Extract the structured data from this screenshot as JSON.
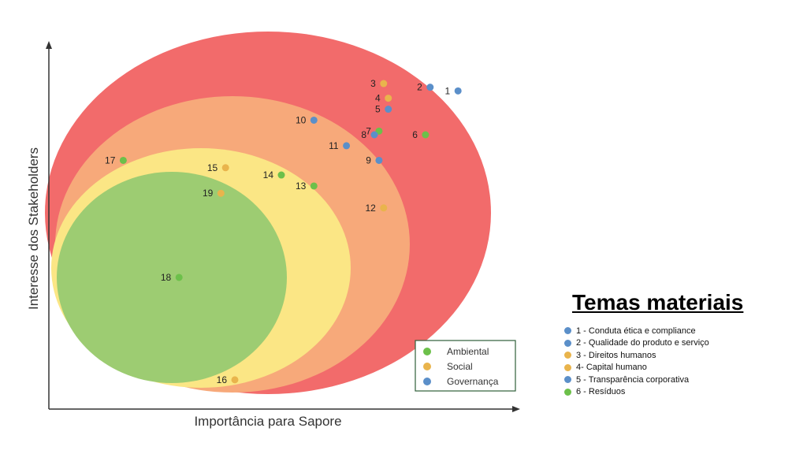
{
  "chart_data": {
    "type": "scatter",
    "xlabel": "Importância para Sapore",
    "ylabel": "Interesse dos Stakeholders",
    "xlim": [
      0,
      100
    ],
    "ylim": [
      0,
      100
    ],
    "grid": false,
    "legend": {
      "placement": "bottom-right",
      "entries": [
        {
          "label": "Ambiental",
          "color": "#6cc04a"
        },
        {
          "label": "Social",
          "color": "#e9b44c"
        },
        {
          "label": "Governança",
          "color": "#5b8fc9"
        }
      ]
    },
    "zones": [
      "green",
      "yellow",
      "orange",
      "red"
    ],
    "points": [
      {
        "label": "1",
        "x": 88,
        "y": 87,
        "group": "Governança"
      },
      {
        "label": "2",
        "x": 82,
        "y": 88,
        "group": "Governança"
      },
      {
        "label": "3",
        "x": 72,
        "y": 89,
        "group": "Social"
      },
      {
        "label": "4",
        "x": 73,
        "y": 85,
        "group": "Social"
      },
      {
        "label": "5",
        "x": 73,
        "y": 82,
        "group": "Governança"
      },
      {
        "label": "6",
        "x": 81,
        "y": 75,
        "group": "Ambiental"
      },
      {
        "label": "7",
        "x": 71,
        "y": 76,
        "group": "Ambiental"
      },
      {
        "label": "8",
        "x": 70,
        "y": 75,
        "group": "Governança"
      },
      {
        "label": "9",
        "x": 71,
        "y": 68,
        "group": "Governança"
      },
      {
        "label": "10",
        "x": 57,
        "y": 79,
        "group": "Governança"
      },
      {
        "label": "11",
        "x": 64,
        "y": 72,
        "group": "Governança"
      },
      {
        "label": "12",
        "x": 72,
        "y": 55,
        "group": "Social"
      },
      {
        "label": "13",
        "x": 57,
        "y": 61,
        "group": "Ambiental"
      },
      {
        "label": "14",
        "x": 50,
        "y": 64,
        "group": "Ambiental"
      },
      {
        "label": "15",
        "x": 38,
        "y": 66,
        "group": "Social"
      },
      {
        "label": "16",
        "x": 40,
        "y": 8,
        "group": "Social"
      },
      {
        "label": "17",
        "x": 16,
        "y": 68,
        "group": "Ambiental"
      },
      {
        "label": "18",
        "x": 28,
        "y": 36,
        "group": "Ambiental"
      },
      {
        "label": "19",
        "x": 37,
        "y": 59,
        "group": "Social"
      }
    ]
  },
  "panel": {
    "title": "Temas materiais",
    "themes": [
      {
        "text": "1 - Conduta ética e compliance",
        "color": "#5b8fc9"
      },
      {
        "text": "2 - Qualidade do produto e serviço",
        "color": "#5b8fc9"
      },
      {
        "text": "3 - Direitos humanos",
        "color": "#e9b44c"
      },
      {
        "text": "4- Capital humano",
        "color": "#e9b44c"
      },
      {
        "text": "5 - Transparência corporativa",
        "color": "#5b8fc9"
      },
      {
        "text": "6 - Resíduos",
        "color": "#6cc04a"
      }
    ]
  }
}
